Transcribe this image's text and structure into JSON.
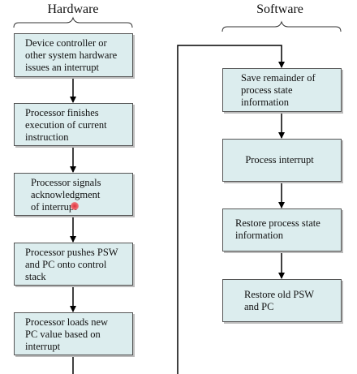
{
  "headings": {
    "hardware": "Hardware",
    "software": "Software"
  },
  "hardware_steps": [
    {
      "lines": [
        "Device controller or",
        "other system hardware",
        "issues an interrupt"
      ]
    },
    {
      "lines": [
        "Processor finishes",
        "execution of current",
        "instruction"
      ]
    },
    {
      "lines": [
        "Processor signals",
        "acknowledgment",
        "of interrupt"
      ]
    },
    {
      "lines": [
        "Processor pushes PSW",
        "and PC onto control",
        "stack"
      ]
    },
    {
      "lines": [
        "Processor loads new",
        "PC value based on",
        "interrupt"
      ]
    }
  ],
  "software_steps": [
    {
      "lines": [
        "Save remainder of",
        "process state",
        "information"
      ]
    },
    {
      "lines": [
        "Process interrupt"
      ]
    },
    {
      "lines": [
        "Restore process state",
        "information"
      ]
    },
    {
      "lines": [
        "Restore old PSW",
        "and PC"
      ]
    }
  ],
  "colors": {
    "box_fill": "#dcedee",
    "box_border": "#555555",
    "line": "#000000",
    "cursor": "#e0303a"
  }
}
